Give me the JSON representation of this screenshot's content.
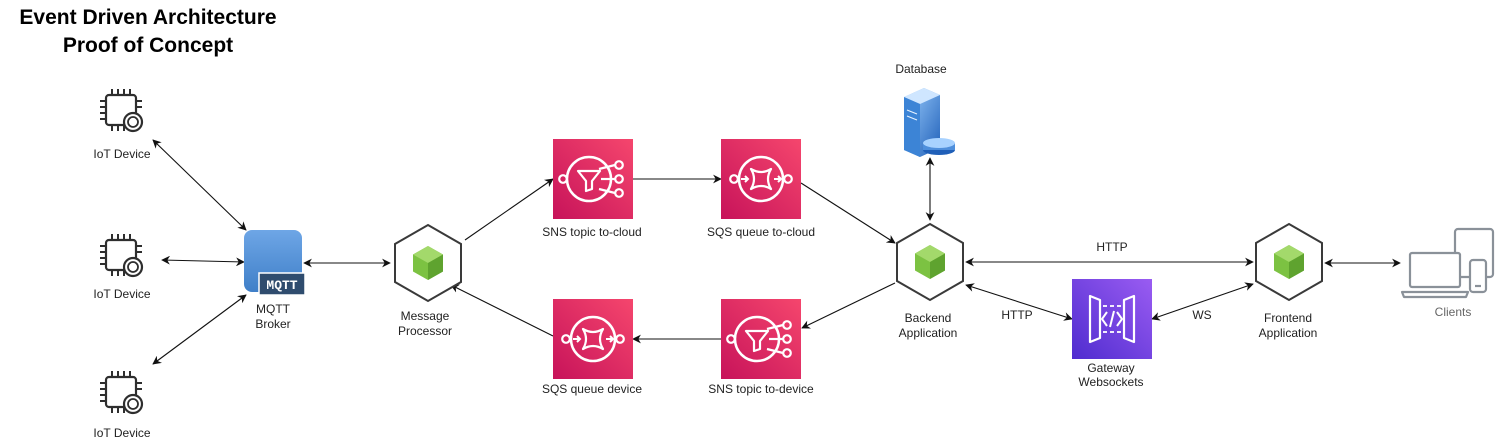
{
  "title": {
    "line1": "Event Driven Architecture",
    "line2": "Proof of Concept"
  },
  "nodes": {
    "iot1": {
      "label": "IoT Device",
      "icon": "chip-icon"
    },
    "iot2": {
      "label": "IoT Device",
      "icon": "chip-icon"
    },
    "iot3": {
      "label": "IoT Device",
      "icon": "chip-icon"
    },
    "broker": {
      "label_line1": "MQTT",
      "label_line2": "Broker",
      "badge": "MQTT",
      "icon": "mqtt-broker-icon"
    },
    "processor": {
      "label_line1": "Message",
      "label_line2": "Processor",
      "icon": "nodejs-icon"
    },
    "sns_cloud": {
      "label": "SNS topic to-cloud",
      "icon": "sns-icon"
    },
    "sqs_cloud": {
      "label": "SQS queue to-cloud",
      "icon": "sqs-icon"
    },
    "sqs_device": {
      "label": "SQS queue device",
      "icon": "sqs-icon"
    },
    "sns_device": {
      "label": "SNS topic to-device",
      "icon": "sns-icon"
    },
    "database": {
      "label": "Database",
      "icon": "database-server-icon"
    },
    "backend": {
      "label_line1": "Backend",
      "label_line2": "Application",
      "icon": "nodejs-icon"
    },
    "gateway": {
      "label_line1": "Gateway",
      "label_line2": "Websockets",
      "icon": "api-gateway-icon"
    },
    "frontend": {
      "label_line1": "Frontend",
      "label_line2": "Application",
      "icon": "nodejs-icon"
    },
    "clients": {
      "label": "Clients",
      "icon": "devices-icon"
    }
  },
  "edges": {
    "backend_frontend": "HTTP",
    "backend_gateway": "HTTP",
    "gateway_frontend": "WS"
  },
  "colors": {
    "pink_start": "#f5466d",
    "pink_end": "#c7135a",
    "purple_start": "#9a5cf2",
    "purple_end": "#4f2ccf",
    "nodejs_green": "#7cc242",
    "mqtt_blue": "#5b93d6",
    "icon_gray": "#2e2e2e",
    "clients_gray": "#8a9199"
  }
}
